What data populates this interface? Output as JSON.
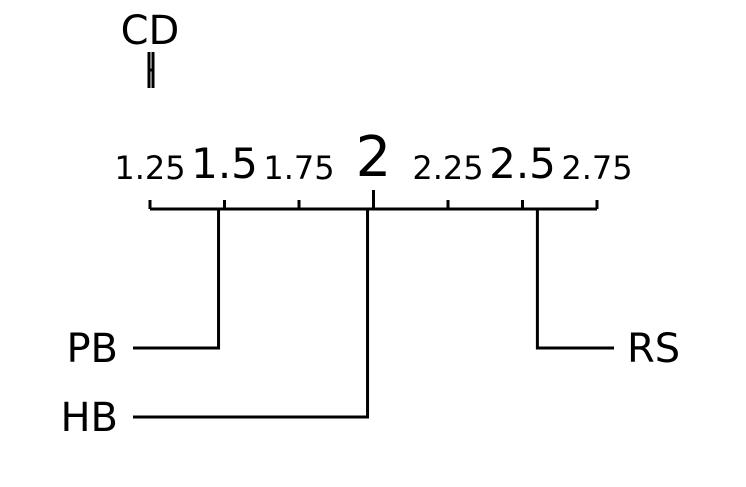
{
  "chart_data": {
    "type": "critical-difference-diagram",
    "title": "",
    "axis": {
      "range": [
        1.25,
        2.75
      ],
      "ticks": [
        {
          "value": 1.25,
          "label": "1.25",
          "major": false
        },
        {
          "value": 1.5,
          "label": "1.5",
          "major": true
        },
        {
          "value": 1.75,
          "label": "1.75",
          "major": false
        },
        {
          "value": 2.0,
          "label": "2",
          "major": true
        },
        {
          "value": 2.25,
          "label": "2.25",
          "major": false
        },
        {
          "value": 2.5,
          "label": "2.5",
          "major": true
        },
        {
          "value": 2.75,
          "label": "2.75",
          "major": false
        }
      ]
    },
    "cd": {
      "label": "CD",
      "value": 0.01
    },
    "methods": [
      {
        "name": "PB",
        "rank": 1.48,
        "side": "left"
      },
      {
        "name": "HB",
        "rank": 1.98,
        "side": "left"
      },
      {
        "name": "RS",
        "rank": 2.55,
        "side": "right"
      }
    ]
  }
}
